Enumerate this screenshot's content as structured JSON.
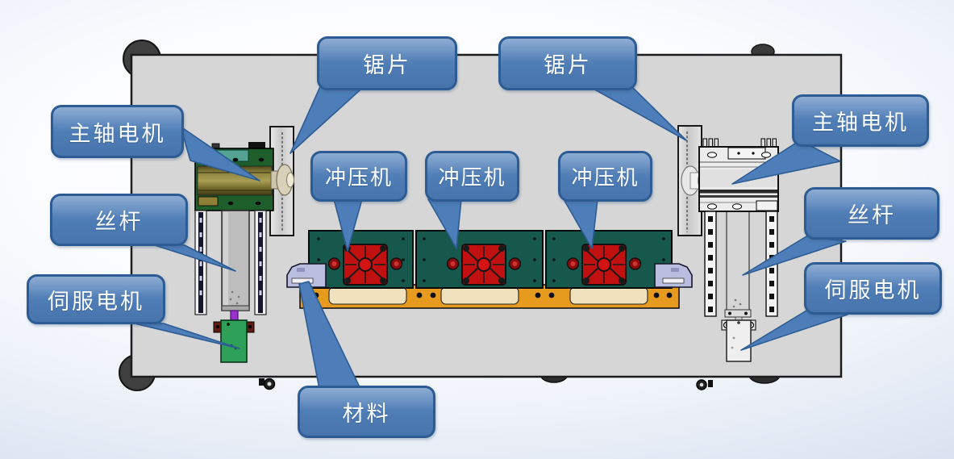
{
  "diagram": {
    "callouts": [
      {
        "id": "saw-blade-left",
        "text": "锯片"
      },
      {
        "id": "saw-blade-right",
        "text": "锯片"
      },
      {
        "id": "spindle-motor-left",
        "text": "主轴电机"
      },
      {
        "id": "spindle-motor-right",
        "text": "主轴电机"
      },
      {
        "id": "punch-press-1",
        "text": "冲压机"
      },
      {
        "id": "punch-press-2",
        "text": "冲压机"
      },
      {
        "id": "punch-press-3",
        "text": "冲压机"
      },
      {
        "id": "lead-screw-left",
        "text": "丝杆"
      },
      {
        "id": "lead-screw-right",
        "text": "丝杆"
      },
      {
        "id": "servo-motor-left",
        "text": "伺服电机"
      },
      {
        "id": "servo-motor-right",
        "text": "伺服电机"
      },
      {
        "id": "material",
        "text": "材料"
      }
    ],
    "colors": {
      "callout_fill": "#4d7eb9",
      "callout_border": "#2d5c94",
      "callout_text": "#ffffff",
      "table_gray": "#d6d6d6",
      "punch_panel_teal": "#17584d",
      "punch_red": "#c01010",
      "base_orange": "#e69a1e",
      "spindle_motor_green": "#1e5e2a",
      "spindle_motor_olive": "#8d8340",
      "servo_motor_green": "#2fa058",
      "material_rail_lavender": "#b9bddf"
    }
  }
}
